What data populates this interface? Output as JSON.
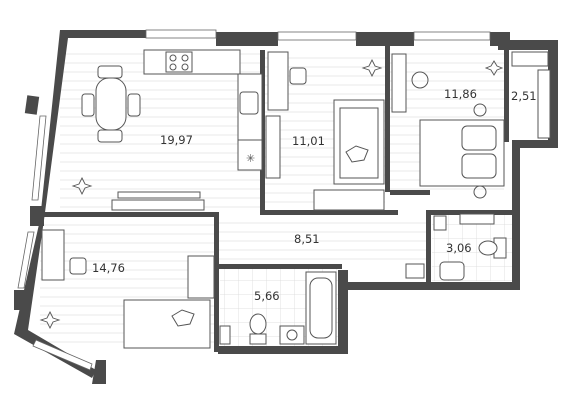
{
  "rooms": [
    {
      "id": "living-kitchen",
      "area": "19,97"
    },
    {
      "id": "bedroom-small",
      "area": "11,01"
    },
    {
      "id": "bedroom-master",
      "area": "11,86"
    },
    {
      "id": "wardrobe",
      "area": "2,51"
    },
    {
      "id": "hallway",
      "area": "8,51"
    },
    {
      "id": "bathroom-small",
      "area": "3,06"
    },
    {
      "id": "bedroom-left",
      "area": "14,76"
    },
    {
      "id": "bathroom-main",
      "area": "5,66"
    }
  ],
  "colors": {
    "wall": "#4a4a4a",
    "floor_line": "#e3e3e3",
    "furniture_stroke": "#555555",
    "tile": "#d9d9d9",
    "label": "#333333"
  },
  "icons": [
    "plant-icon",
    "stove-icon",
    "sink-icon",
    "toilet-icon",
    "bathtub-icon",
    "washing-machine-icon",
    "bed-icon",
    "table-icon",
    "chair-icon",
    "lamp-icon"
  ]
}
